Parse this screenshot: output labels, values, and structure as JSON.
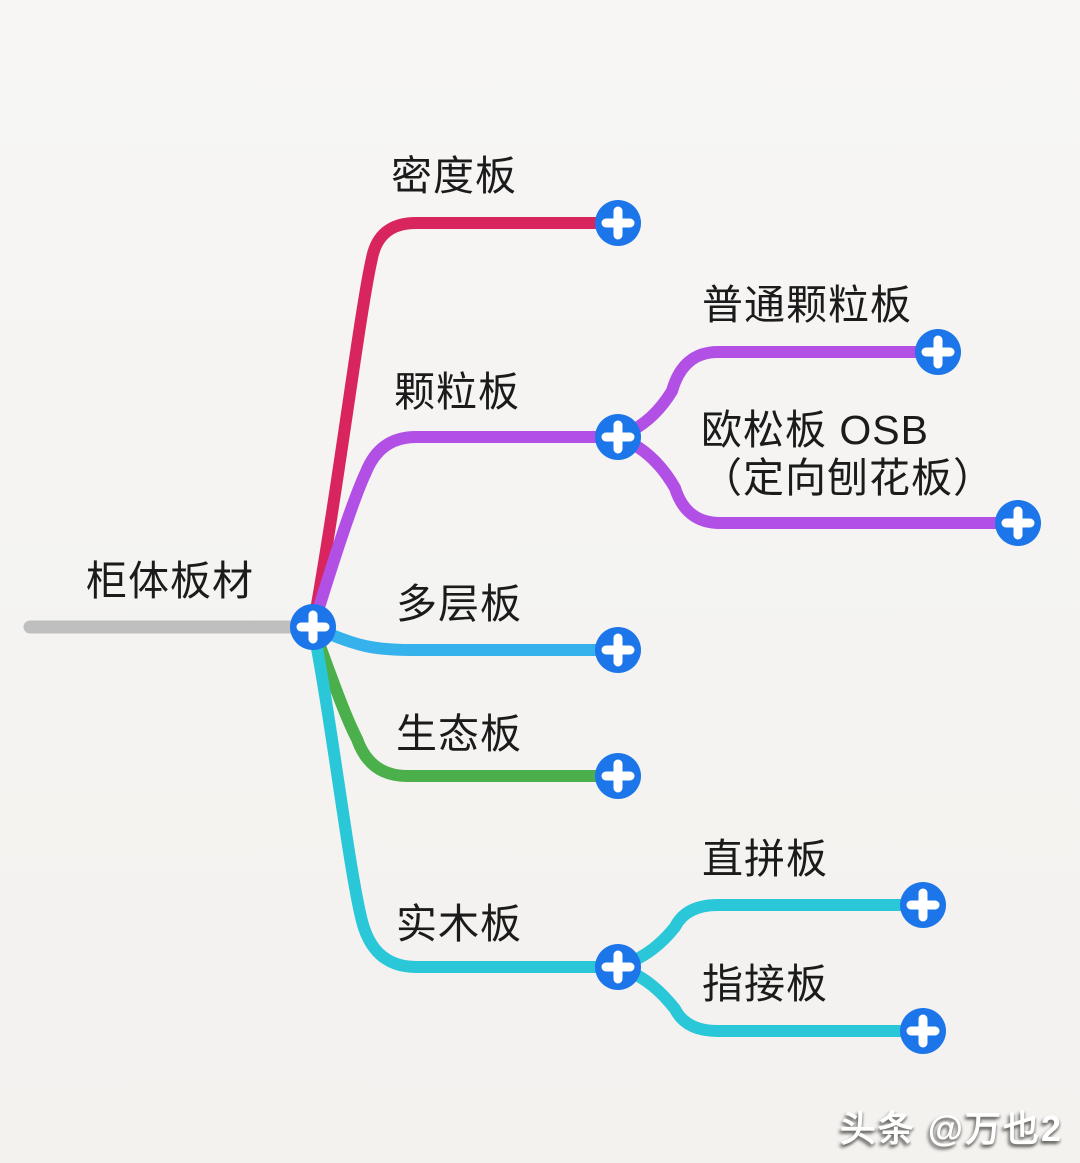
{
  "ui": {
    "background": "#f5f4f2",
    "text_color": "#1b1b1b",
    "plus_button": {
      "color": "#1c76e9",
      "glyph": "plus",
      "glyph_color": "#ffffff"
    }
  },
  "watermark": {
    "text": "头条 @万也2"
  },
  "mindmap": {
    "root": {
      "label": "柜体板材",
      "line_color": "#bfbfbf"
    },
    "branches": [
      {
        "label": "密度板",
        "color": "#d8255e"
      },
      {
        "label": "颗粒板",
        "color": "#b250e6",
        "children": [
          {
            "label": "普通颗粒板"
          },
          {
            "label": "欧松板 OSB",
            "label_line2": "（定向刨花板）"
          }
        ]
      },
      {
        "label": "多层板",
        "color": "#35b2ec"
      },
      {
        "label": "生态板",
        "color": "#4bb04b"
      },
      {
        "label": "实木板",
        "color": "#2ac7d8",
        "children": [
          {
            "label": "直拼板"
          },
          {
            "label": "指接板"
          }
        ]
      }
    ]
  }
}
